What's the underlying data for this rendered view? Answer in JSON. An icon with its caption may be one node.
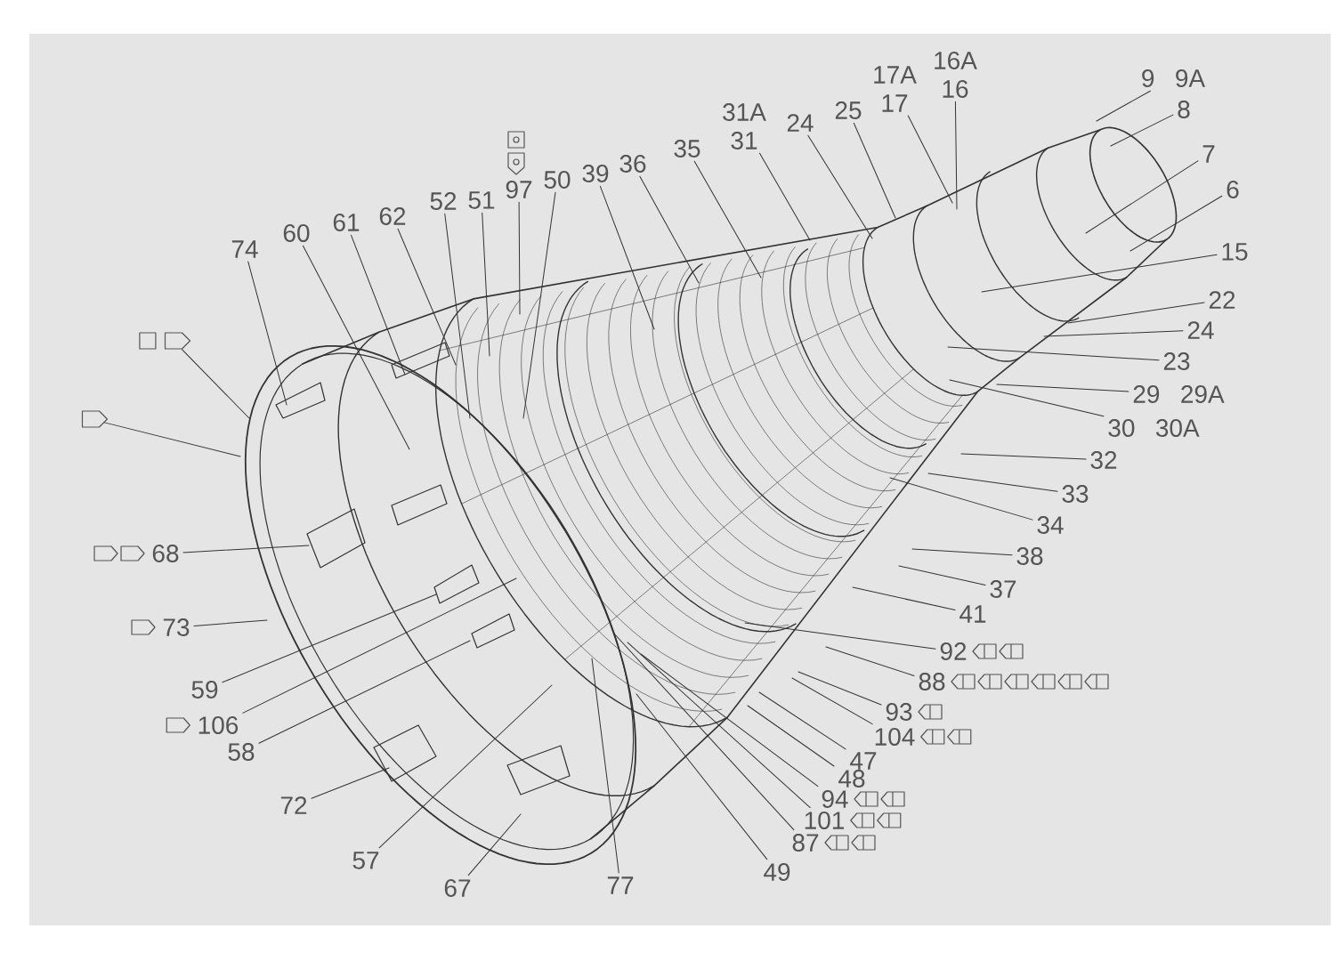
{
  "diagram": {
    "nodes": [
      {
        "text": [
          "74"
        ]
      },
      {
        "text": [
          "60"
        ]
      },
      {
        "text": [
          "61"
        ]
      },
      {
        "text": [
          "62"
        ]
      },
      {
        "text": [
          "52"
        ]
      },
      {
        "text": [
          "51"
        ]
      },
      {
        "text": [
          "97"
        ]
      },
      {
        "text": [
          "50"
        ]
      },
      {
        "text": [
          "39"
        ]
      },
      {
        "text": [
          "36"
        ]
      },
      {
        "text": [
          "35"
        ]
      },
      {
        "text": [
          "31A",
          "31"
        ]
      },
      {
        "text": [
          "24"
        ]
      },
      {
        "text": [
          "25"
        ]
      },
      {
        "text": [
          "17A",
          "17"
        ]
      },
      {
        "text": [
          "16A",
          "16"
        ]
      },
      {
        "text": [
          "9",
          "9A"
        ]
      },
      {
        "text": [
          "8"
        ]
      },
      {
        "text": [
          "7"
        ]
      },
      {
        "text": [
          "6"
        ]
      },
      {
        "text": [
          "15"
        ]
      },
      {
        "text": [
          "22"
        ]
      },
      {
        "text": [
          "24"
        ]
      },
      {
        "text": [
          "23"
        ]
      },
      {
        "text": [
          "29",
          "29A"
        ]
      },
      {
        "text": [
          "30",
          "30A"
        ]
      },
      {
        "text": [
          "32"
        ]
      },
      {
        "text": [
          "33"
        ]
      },
      {
        "text": [
          "34"
        ]
      },
      {
        "text": [
          "38"
        ]
      },
      {
        "text": [
          "37"
        ]
      },
      {
        "text": [
          "41"
        ]
      },
      {
        "text": [
          "92"
        ]
      },
      {
        "text": [
          "88"
        ]
      },
      {
        "text": [
          "93"
        ]
      },
      {
        "text": [
          "104"
        ]
      },
      {
        "text": [
          "47"
        ]
      },
      {
        "text": [
          "48"
        ]
      },
      {
        "text": [
          "94"
        ]
      },
      {
        "text": [
          "101"
        ]
      },
      {
        "text": [
          "87"
        ]
      },
      {
        "text": [
          "49"
        ]
      },
      {
        "text": [
          "77"
        ]
      },
      {
        "text": [
          "67"
        ]
      },
      {
        "text": [
          "57"
        ]
      },
      {
        "text": [
          "72"
        ]
      },
      {
        "text": [
          "58"
        ]
      },
      {
        "text": [
          "106"
        ]
      },
      {
        "text": [
          "59"
        ]
      },
      {
        "text": [
          "73"
        ]
      },
      {
        "text": [
          "68"
        ]
      },
      {
        "text": [],
        "shape": "tag"
      },
      {
        "text": [],
        "shape": "tag"
      }
    ],
    "edges": [
      {
        "from": 0,
        "to": null,
        "arrow": "none"
      },
      {
        "from": 1,
        "to": null,
        "arrow": "none"
      },
      {
        "from": 2,
        "to": null,
        "arrow": "none"
      },
      {
        "from": 3,
        "to": null,
        "arrow": "none"
      },
      {
        "from": 4,
        "to": null,
        "arrow": "none"
      },
      {
        "from": 5,
        "to": null,
        "arrow": "none"
      },
      {
        "from": 6,
        "to": null,
        "arrow": "none"
      },
      {
        "from": 7,
        "to": null,
        "arrow": "none"
      },
      {
        "from": 8,
        "to": null,
        "arrow": "none"
      },
      {
        "from": 9,
        "to": null,
        "arrow": "none"
      },
      {
        "from": 10,
        "to": null,
        "arrow": "none"
      },
      {
        "from": 11,
        "to": null,
        "arrow": "none"
      },
      {
        "from": 12,
        "to": null,
        "arrow": "none"
      },
      {
        "from": 13,
        "to": null,
        "arrow": "none"
      },
      {
        "from": 14,
        "to": null,
        "arrow": "none"
      },
      {
        "from": 15,
        "to": null,
        "arrow": "none"
      },
      {
        "from": 16,
        "to": null,
        "arrow": "none"
      },
      {
        "from": 17,
        "to": null,
        "arrow": "none"
      },
      {
        "from": 18,
        "to": null,
        "arrow": "none"
      },
      {
        "from": 19,
        "to": null,
        "arrow": "none"
      },
      {
        "from": 20,
        "to": null,
        "arrow": "none"
      },
      {
        "from": 21,
        "to": null,
        "arrow": "none"
      },
      {
        "from": 22,
        "to": null,
        "arrow": "none"
      },
      {
        "from": 23,
        "to": null,
        "arrow": "none"
      },
      {
        "from": 24,
        "to": null,
        "arrow": "none"
      },
      {
        "from": 25,
        "to": null,
        "arrow": "none"
      },
      {
        "from": 26,
        "to": null,
        "arrow": "none"
      },
      {
        "from": 27,
        "to": null,
        "arrow": "none"
      },
      {
        "from": 28,
        "to": null,
        "arrow": "none"
      },
      {
        "from": 29,
        "to": null,
        "arrow": "none"
      },
      {
        "from": 30,
        "to": null,
        "arrow": "none"
      },
      {
        "from": 31,
        "to": null,
        "arrow": "none"
      },
      {
        "from": 32,
        "to": null,
        "arrow": "none"
      },
      {
        "from": 33,
        "to": null,
        "arrow": "none"
      },
      {
        "from": 34,
        "to": null,
        "arrow": "none"
      },
      {
        "from": 35,
        "to": null,
        "arrow": "none"
      },
      {
        "from": 36,
        "to": null,
        "arrow": "none"
      },
      {
        "from": 37,
        "to": null,
        "arrow": "none"
      },
      {
        "from": 38,
        "to": null,
        "arrow": "none"
      },
      {
        "from": 39,
        "to": null,
        "arrow": "none"
      },
      {
        "from": 40,
        "to": null,
        "arrow": "none"
      },
      {
        "from": 41,
        "to": null,
        "arrow": "none"
      },
      {
        "from": 42,
        "to": null,
        "arrow": "none"
      },
      {
        "from": 43,
        "to": null,
        "arrow": "none"
      },
      {
        "from": 44,
        "to": null,
        "arrow": "none"
      },
      {
        "from": 45,
        "to": null,
        "arrow": "none"
      },
      {
        "from": 46,
        "to": null,
        "arrow": "none"
      },
      {
        "from": 47,
        "to": null,
        "arrow": "none"
      },
      {
        "from": 48,
        "to": null,
        "arrow": "none"
      },
      {
        "from": 49,
        "to": null,
        "arrow": "none"
      },
      {
        "from": 50,
        "to": null,
        "arrow": "none"
      },
      {
        "from": 51,
        "to": null,
        "arrow": "none"
      },
      {
        "from": 52,
        "to": null,
        "arrow": "none"
      }
    ]
  }
}
